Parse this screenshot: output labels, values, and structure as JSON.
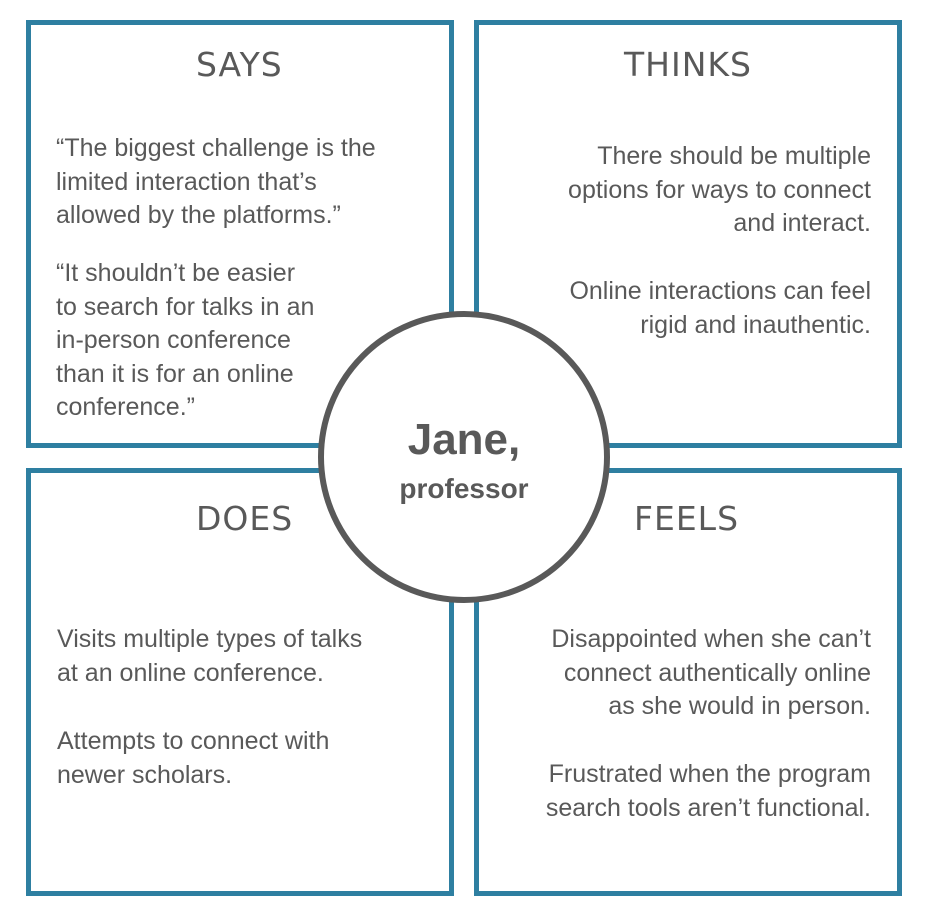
{
  "center": {
    "name": "Jane,",
    "role": "professor"
  },
  "says": {
    "title": "SAYS",
    "paragraphs": [
      [
        "“The biggest challenge is the",
        "limited interaction that’s",
        "allowed by the platforms.”"
      ],
      [
        "“It shouldn’t be easier",
        "to search for talks in an",
        "in-person conference",
        "than it is for an online",
        "conference.”"
      ]
    ]
  },
  "thinks": {
    "title": "THINKS",
    "paragraphs": [
      [
        "There should be multiple",
        "options for ways to connect",
        "and interact."
      ],
      [
        "Online interactions can feel",
        "rigid and inauthentic."
      ]
    ]
  },
  "does": {
    "title": "DOES",
    "paragraphs": [
      [
        "Visits multiple types of talks",
        "at an online conference."
      ],
      [
        "Attempts to connect with",
        "newer scholars."
      ]
    ]
  },
  "feels": {
    "title": "FEELS",
    "paragraphs": [
      [
        "Disappointed when she can’t",
        "connect authentically online",
        "as she would in person."
      ],
      [
        "Frustrated when the program",
        "search tools aren’t functional."
      ]
    ]
  },
  "colors": {
    "border": "#2e7fa1",
    "text": "#595959",
    "circle_border": "#595959"
  }
}
